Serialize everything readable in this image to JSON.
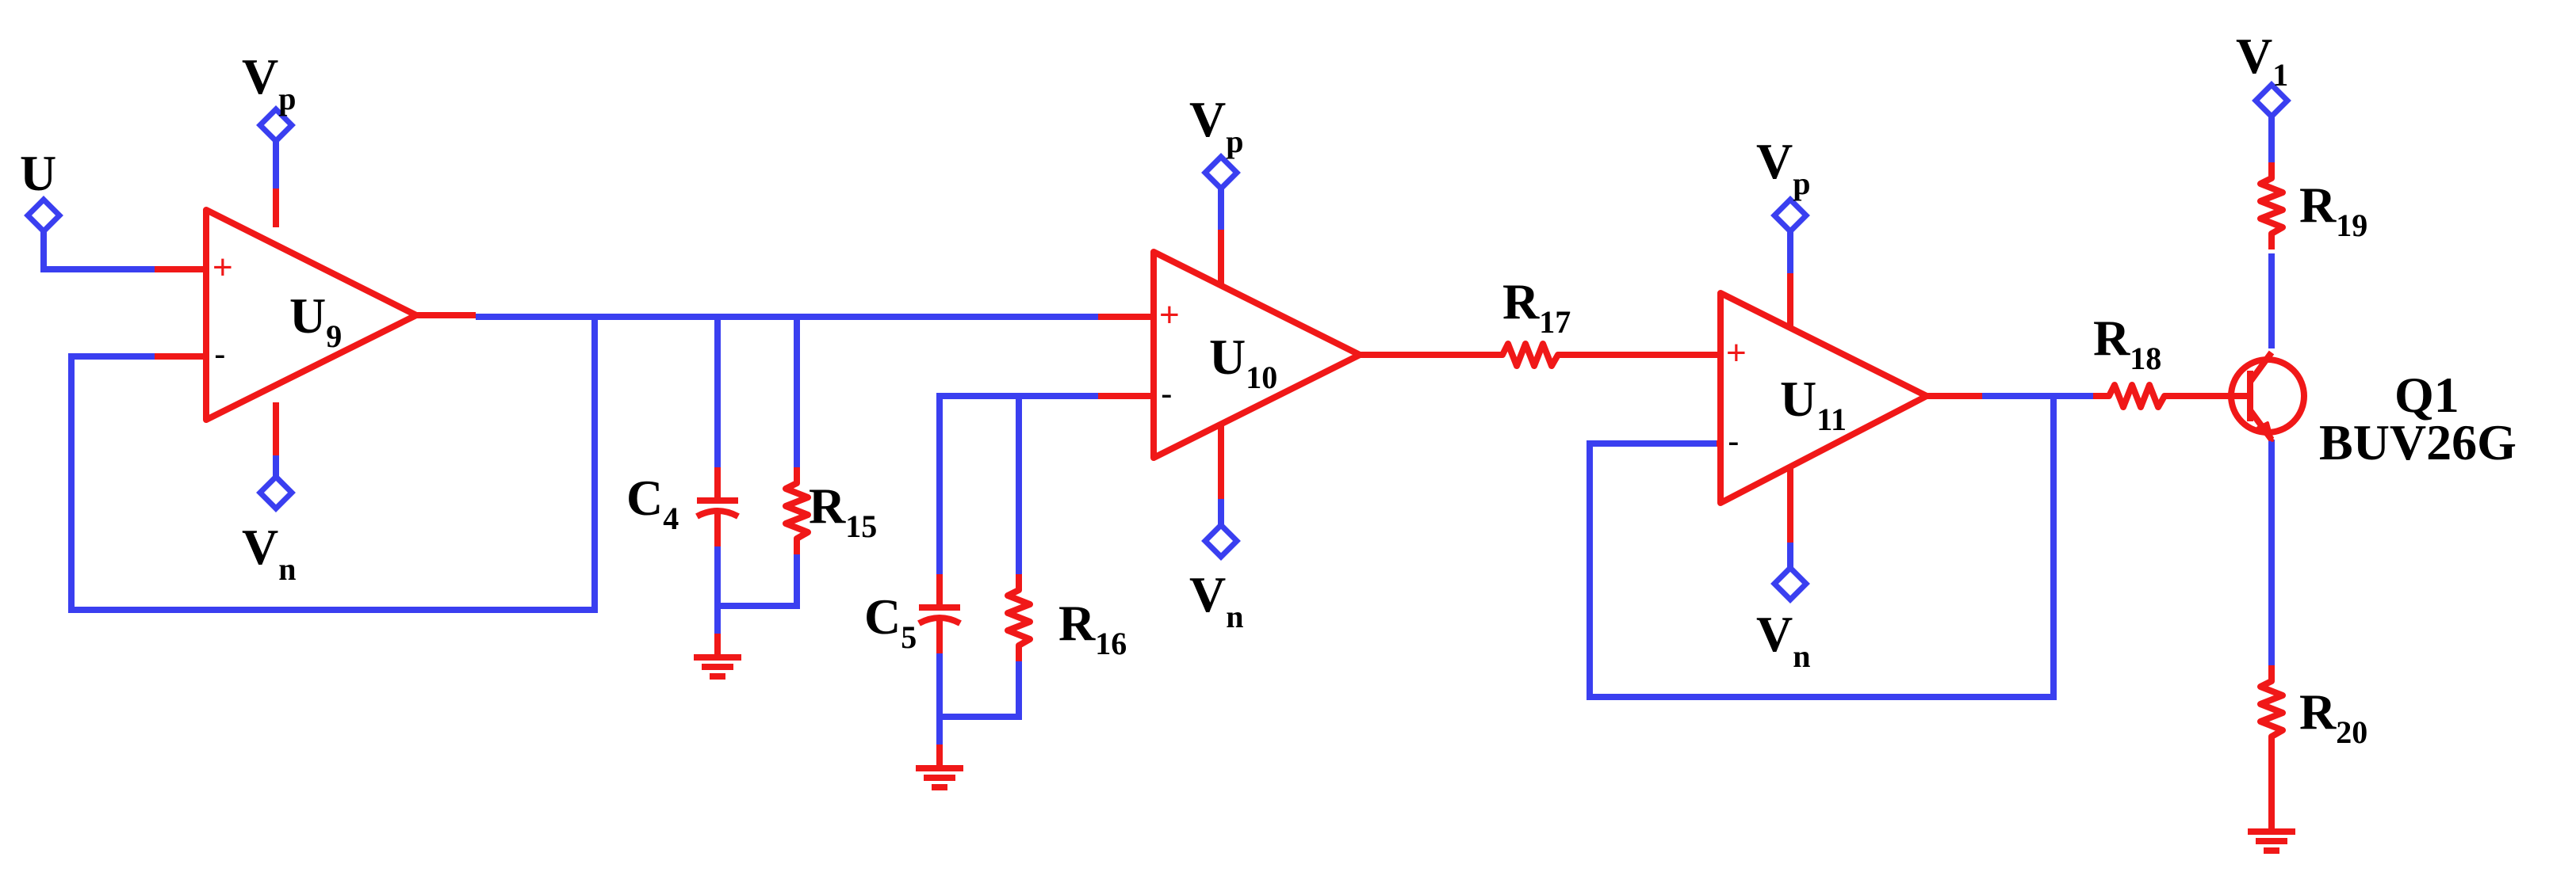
{
  "colors": {
    "wire": "#3a3ff0",
    "component": "#f01818",
    "port": "#3a3ff0",
    "text": "#000000"
  },
  "ports": {
    "input": "U",
    "u9_supply_pos": {
      "main": "V",
      "sub": "p"
    },
    "u9_supply_neg": {
      "main": "V",
      "sub": "n"
    },
    "u10_supply_pos": {
      "main": "V",
      "sub": "p"
    },
    "u10_supply_neg": {
      "main": "V",
      "sub": "n"
    },
    "u11_supply_pos": {
      "main": "V",
      "sub": "p"
    },
    "u11_supply_neg": {
      "main": "V",
      "sub": "n"
    },
    "v1": {
      "main": "V",
      "sub": "1"
    }
  },
  "opamps": {
    "u9": {
      "main": "U",
      "sub": "9"
    },
    "u10": {
      "main": "U",
      "sub": "10"
    },
    "u11": {
      "main": "U",
      "sub": "11"
    },
    "plus_sign": "+",
    "minus_sign": "-"
  },
  "passives": {
    "c4": {
      "main": "C",
      "sub": "4"
    },
    "r15": {
      "main": "R",
      "sub": "15"
    },
    "c5": {
      "main": "C",
      "sub": "5"
    },
    "r16": {
      "main": "R",
      "sub": "16"
    },
    "r17": {
      "main": "R",
      "sub": "17"
    },
    "r18": {
      "main": "R",
      "sub": "18"
    },
    "r19": {
      "main": "R",
      "sub": "19"
    },
    "r20": {
      "main": "R",
      "sub": "20"
    }
  },
  "transistor": {
    "ref": "Q1",
    "part": "BUV26G"
  }
}
